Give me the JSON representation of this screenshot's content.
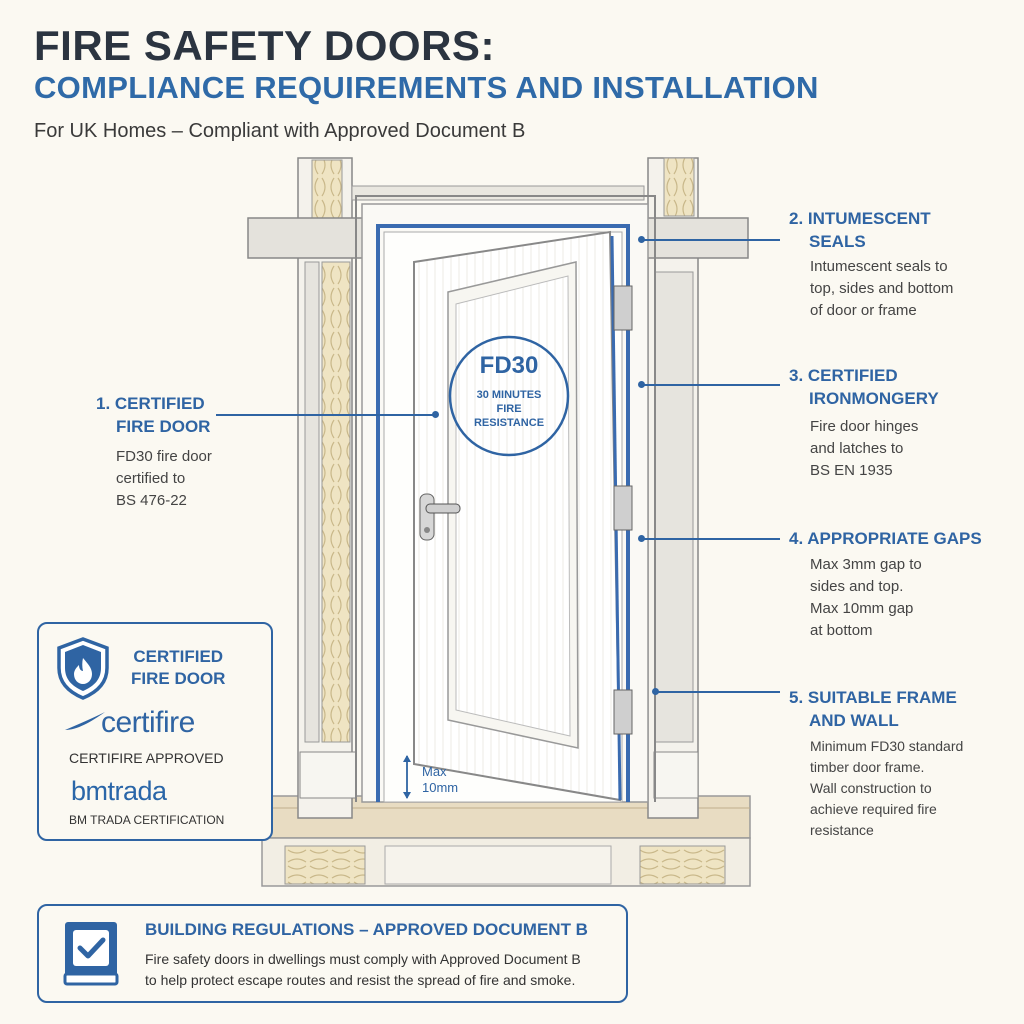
{
  "header": {
    "title": "FIRE SAFETY DOORS:",
    "subtitle": "COMPLIANCE REQUIREMENTS AND INSTALLATION",
    "tagline": "For UK Homes – Compliant with Approved Document B"
  },
  "door_badge": {
    "rating": "FD30",
    "line1": "30 MINUTES",
    "line2": "FIRE",
    "line3": "RESISTANCE"
  },
  "gap_label": {
    "line1": "Max",
    "line2": "10mm"
  },
  "callouts": [
    {
      "title1": "1. CERTIFIED",
      "title2": "FIRE DOOR",
      "desc": [
        "FD30 fire door",
        "certified to",
        "BS 476-22"
      ]
    },
    {
      "title1": "2. INTUMESCENT",
      "title2": "SEALS",
      "desc": [
        "Intumescent seals to",
        "top, sides and bottom",
        "of door or frame"
      ]
    },
    {
      "title1": "3. CERTIFIED",
      "title2": "IRONMONGERY",
      "desc": [
        "Fire door hinges",
        "and latches to",
        "BS EN 1935"
      ]
    },
    {
      "title1": "4. APPROPRIATE GAPS",
      "title2": "",
      "desc": [
        "Max 3mm gap to",
        "sides and top.",
        "Max 10mm gap",
        "at bottom"
      ]
    },
    {
      "title1": "5. SUITABLE FRAME",
      "title2": "AND WALL",
      "desc": [
        "Minimum FD30 standard",
        "timber door frame.",
        "Wall construction to",
        "achieve required fire",
        "resistance"
      ]
    }
  ],
  "certification": {
    "title1": "CERTIFIED",
    "title2": "FIRE DOOR",
    "certifire_logo": "certifire",
    "certifire_caption": "CERTIFIRE APPROVED",
    "bmtrada_logo": "bmtrada",
    "bmtrada_caption": "BM TRADA CERTIFICATION",
    "icon": "shield-flame-icon"
  },
  "regulations": {
    "title": "BUILDING REGULATIONS – APPROVED DOCUMENT B",
    "line1": "Fire safety doors in dwellings must comply with Approved Document B",
    "line2": "to help protect escape routes and resist the spread of fire and smoke.",
    "icon": "book-check-icon"
  },
  "colors": {
    "accent": "#2f64a3",
    "title": "#2b3440",
    "background": "#fbf9f2",
    "insulation": "#efe4c3"
  }
}
